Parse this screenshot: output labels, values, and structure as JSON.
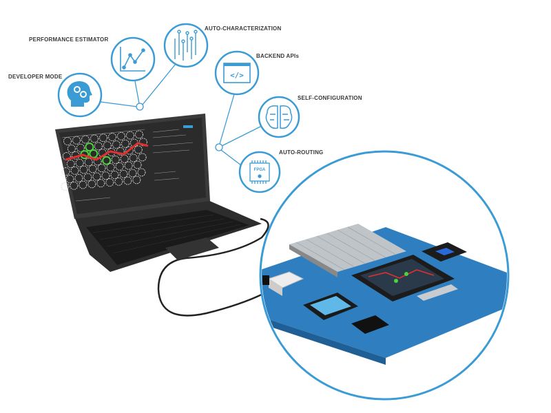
{
  "features": [
    {
      "label": "DEVELOPER MODE",
      "icon": "head-gears-icon"
    },
    {
      "label": "PERFORMANCE ESTIMATOR",
      "icon": "line-chart-icon"
    },
    {
      "label": "AUTO-CHARACTERIZATION",
      "icon": "circuit-traces-icon"
    },
    {
      "label": "BACKEND APIs",
      "icon": "code-window-icon"
    },
    {
      "label": "SELF-CONFIGURATION",
      "icon": "brain-circuit-icon"
    },
    {
      "label": "AUTO-ROUTING",
      "icon": "fpga-chip-icon"
    }
  ],
  "chip_label": "FPGA",
  "colors": {
    "accent": "#3a9bd5",
    "platform": "#2f7fc0",
    "screen": "#2b2b2b",
    "route": "#e03030",
    "highlight": "#4cd23c"
  }
}
